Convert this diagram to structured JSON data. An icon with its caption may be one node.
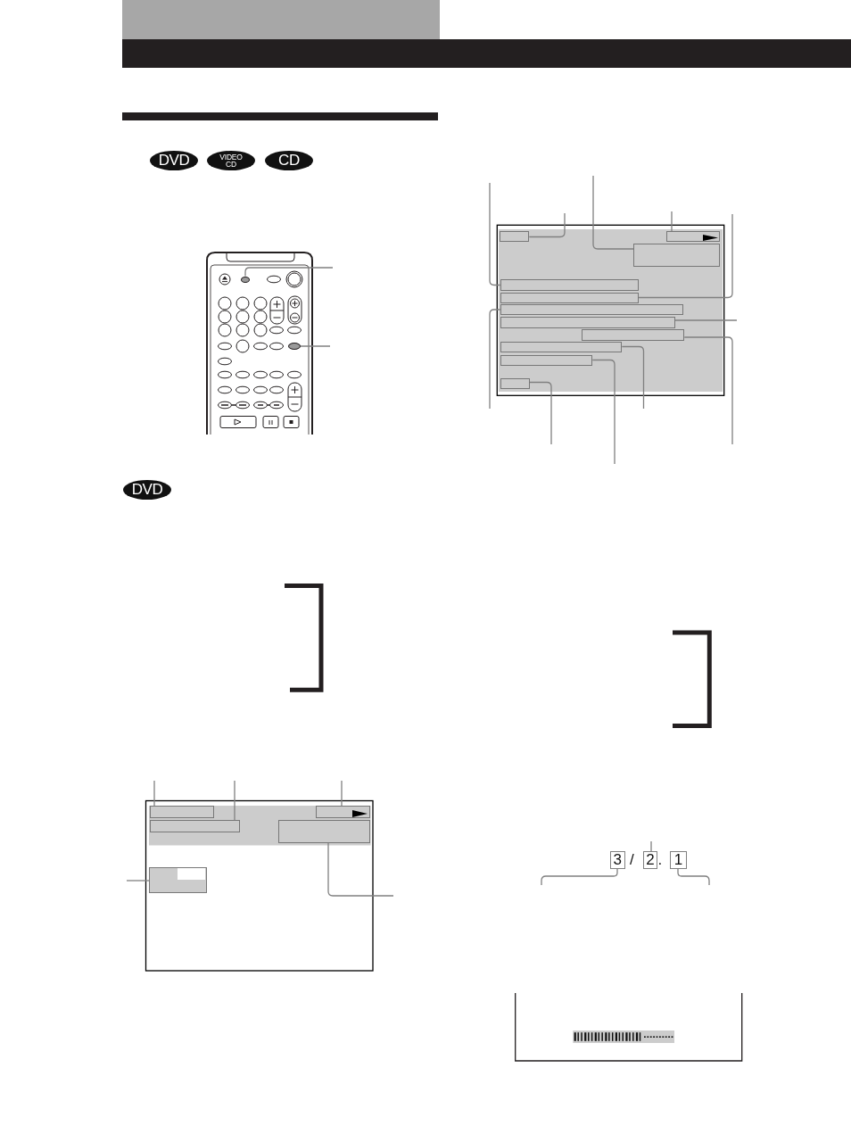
{
  "diagram": {
    "nodes": [
      {
        "text": [
          "DVD"
        ]
      },
      {
        "text": [
          "VIDEO CD"
        ]
      },
      {
        "text": [
          "CD"
        ]
      },
      {
        "text": [],
        "shape": "button"
      },
      {
        "text": [],
        "shape": "button"
      },
      {
        "text": [
          "DVD"
        ]
      },
      {
        "text": [],
        "shape": "box"
      },
      {
        "text": [],
        "shape": "box"
      },
      {
        "text": [],
        "shape": "box"
      },
      {
        "text": [],
        "shape": "box"
      },
      {
        "text": [],
        "shape": "box"
      },
      {
        "text": [],
        "shape": "box"
      },
      {
        "text": [],
        "shape": "box"
      },
      {
        "text": [],
        "shape": "box"
      },
      {
        "text": [],
        "shape": "box"
      },
      {
        "text": [],
        "shape": "box"
      },
      {
        "text": [],
        "shape": "box"
      },
      {
        "text": [],
        "shape": "box"
      },
      {
        "text": [],
        "shape": "box"
      },
      {
        "text": [],
        "shape": "box"
      },
      {
        "text": [],
        "shape": "box"
      },
      {
        "text": [],
        "shape": "box"
      },
      {
        "text": [
          "3"
        ]
      },
      {
        "text": [
          "2"
        ]
      },
      {
        "text": [
          "1"
        ]
      }
    ],
    "edges": [
      {
        "from": null,
        "to": 3,
        "arrow": "none"
      },
      {
        "from": null,
        "to": 4,
        "arrow": "none"
      },
      {
        "from": null,
        "to": 6,
        "arrow": "none"
      },
      {
        "from": null,
        "to": 7,
        "arrow": "none"
      },
      {
        "from": null,
        "to": 8,
        "arrow": "none"
      },
      {
        "from": null,
        "to": 9,
        "arrow": "none"
      },
      {
        "from": null,
        "to": 10,
        "arrow": "none"
      },
      {
        "from": null,
        "to": 11,
        "arrow": "none"
      },
      {
        "from": null,
        "to": 12,
        "arrow": "none"
      },
      {
        "from": null,
        "to": 13,
        "arrow": "none"
      },
      {
        "from": null,
        "to": 14,
        "arrow": "none"
      },
      {
        "from": null,
        "to": 15,
        "arrow": "none"
      },
      {
        "from": null,
        "to": 16,
        "arrow": "none"
      },
      {
        "from": null,
        "to": 17,
        "arrow": "none"
      },
      {
        "from": null,
        "to": 18,
        "arrow": "none"
      },
      {
        "from": null,
        "to": 19,
        "arrow": "none"
      },
      {
        "from": null,
        "to": 20,
        "arrow": "none"
      },
      {
        "from": null,
        "to": 21,
        "arrow": "none"
      },
      {
        "from": null,
        "to": 22,
        "arrow": "none"
      },
      {
        "from": null,
        "to": 23,
        "arrow": "none"
      },
      {
        "from": null,
        "to": 24,
        "arrow": "none"
      }
    ],
    "labels": [
      "/",
      "."
    ]
  }
}
